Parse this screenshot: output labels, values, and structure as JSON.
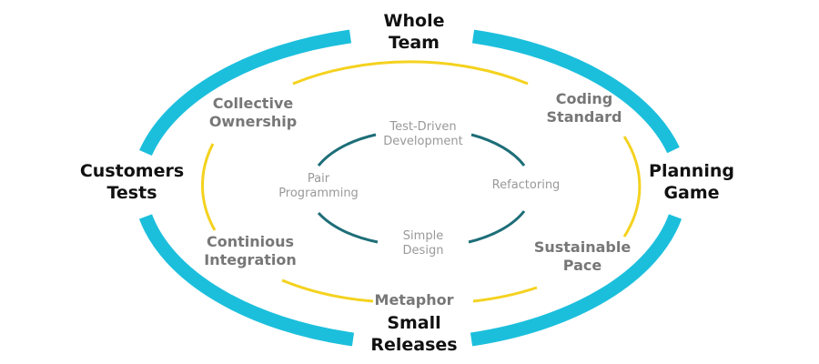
{
  "colors": {
    "outer_ring": "#1bbfdc",
    "middle_ring": "#f4d21f",
    "inner_ring": "#1d6e78",
    "outer_text": "#111111",
    "middle_text": "#777777",
    "inner_text": "#999999"
  },
  "outer": {
    "top": [
      "Whole",
      "Team"
    ],
    "left": [
      "Customers",
      "Tests"
    ],
    "right": [
      "Planning",
      "Game"
    ],
    "bottom": [
      "Small",
      "Releases"
    ]
  },
  "middle": {
    "top_left": [
      "Collective",
      "Ownership"
    ],
    "top_right": [
      "Coding",
      "Standard"
    ],
    "bottom_left": [
      "Continious",
      "Integration"
    ],
    "bottom_right": [
      "Sustainable",
      "Pace"
    ],
    "bottom": "Metaphor"
  },
  "inner": {
    "top": [
      "Test-Driven",
      "Development"
    ],
    "left": [
      "Pair",
      "Programming"
    ],
    "right": "Refactoring",
    "bottom": [
      "Simple",
      "Design"
    ]
  }
}
